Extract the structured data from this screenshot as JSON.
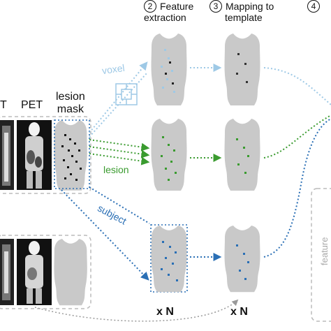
{
  "steps": [
    {
      "number": "2",
      "line1": "Feature",
      "line2": "extraction"
    },
    {
      "number": "3",
      "line1": "Mapping to",
      "line2": "template"
    },
    {
      "number": "4",
      "line1": "",
      "line2": ""
    }
  ],
  "columns": {
    "partial_left": "T",
    "pet": "PET",
    "lesion_mask_1": "lesion",
    "lesion_mask_2": "mask"
  },
  "paths": {
    "voxel": "voxel",
    "lesion": "lesion",
    "subject": "subject"
  },
  "multiplier": "x N",
  "side_label": "feature",
  "colors": {
    "voxel": "#9ec9e6",
    "lesion": "#3a9b2f",
    "subject": "#2a6fb5",
    "silhouette": "#c9c9c9",
    "frame": "#bbbbbb"
  }
}
